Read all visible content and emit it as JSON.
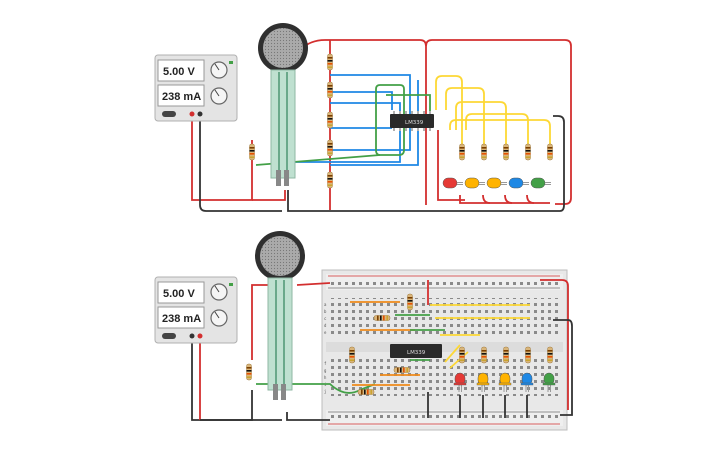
{
  "top_circuit": {
    "power_supply": {
      "voltage_display": "5.00 V",
      "current_display": "238 mA"
    },
    "comparator_chip": {
      "label": "LM339"
    },
    "led_colors": [
      "#e53935",
      "#ffb300",
      "#ffb300",
      "#1e88e5",
      "#43a047"
    ]
  },
  "bottom_circuit": {
    "power_supply": {
      "voltage_display": "5.00 V",
      "current_display": "238 mA"
    },
    "comparator_chip": {
      "label": "LM339"
    },
    "led_colors": [
      "#e53935",
      "#ffb300",
      "#ffb300",
      "#1e88e5",
      "#43a047"
    ]
  },
  "wire_colors": {
    "power": "#d32f2f",
    "ground": "#333333",
    "signal_blue": "#1e88e5",
    "signal_green": "#43a047",
    "signal_yellow": "#fdd835",
    "signal_orange": "#ef8a1a"
  }
}
